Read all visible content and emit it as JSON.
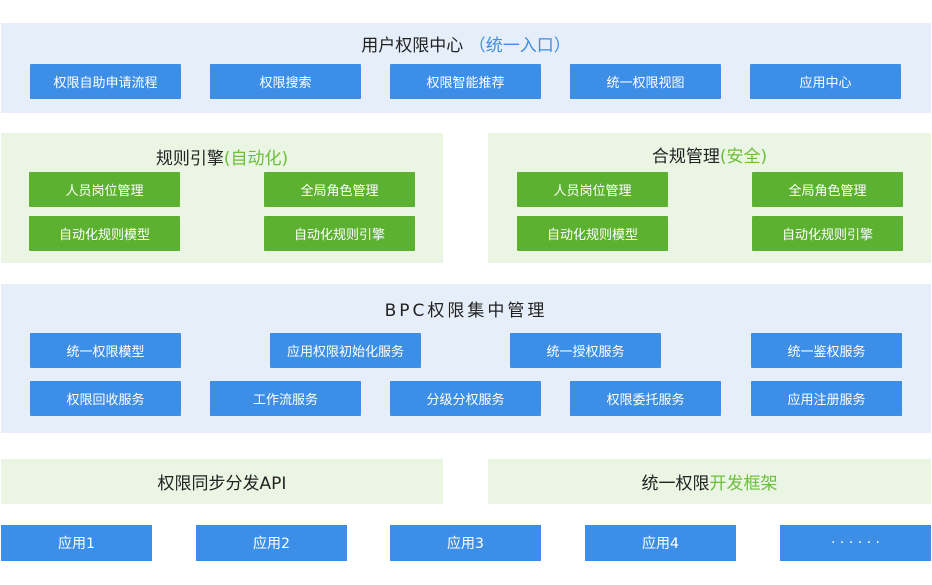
{
  "colors": {
    "accent_blue": "#3d8ee6",
    "accent_green": "#5cb130",
    "panel_blue": "#e6eef9",
    "panel_green": "#eaf5e3"
  },
  "user_center": {
    "title": "用户权限中心",
    "subtitle": "（统一入口）",
    "items": [
      "权限自助申请流程",
      "权限搜索",
      "权限智能推荐",
      "统一权限视图",
      "应用中心"
    ]
  },
  "rules_engine": {
    "title": "规则引擎",
    "subtitle": "(自动化)",
    "items": [
      "人员岗位管理",
      "全局角色管理",
      "自动化规则模型",
      "自动化规则引擎"
    ]
  },
  "compliance": {
    "title": "合规管理",
    "subtitle": "(安全)",
    "items": [
      "人员岗位管理",
      "全局角色管理",
      "自动化规则模型",
      "自动化规则引擎"
    ]
  },
  "bpc": {
    "title": "BPC权限集中管理",
    "row1": [
      "统一权限模型",
      "应用权限初始化服务",
      "统一授权服务",
      "统一鉴权服务"
    ],
    "row2": [
      "权限回收服务",
      "工作流服务",
      "分级分权服务",
      "权限委托服务",
      "应用注册服务"
    ]
  },
  "sync_api": {
    "label": "权限同步分发API"
  },
  "framework": {
    "label_prefix": "统一权限",
    "label_accent": "开发框架"
  },
  "apps": [
    "应用1",
    "应用2",
    "应用3",
    "应用4",
    "· · · · · ·"
  ]
}
